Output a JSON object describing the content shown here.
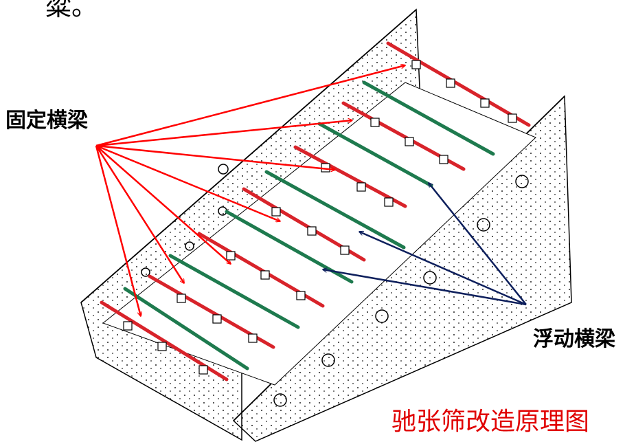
{
  "labels": {
    "top_partial": "粱。",
    "fixed_beam": "固定横梁",
    "floating_beam": "浮动横梁",
    "title": "驰张筛改造原理图"
  },
  "colors": {
    "fixed_arrow": "#ff0000",
    "floating_arrow": "#0d1f5c",
    "fixed_bar": "#d8232a",
    "floating_bar": "#1e7a4e",
    "title_text": "#e00000",
    "outline": "#000000"
  }
}
